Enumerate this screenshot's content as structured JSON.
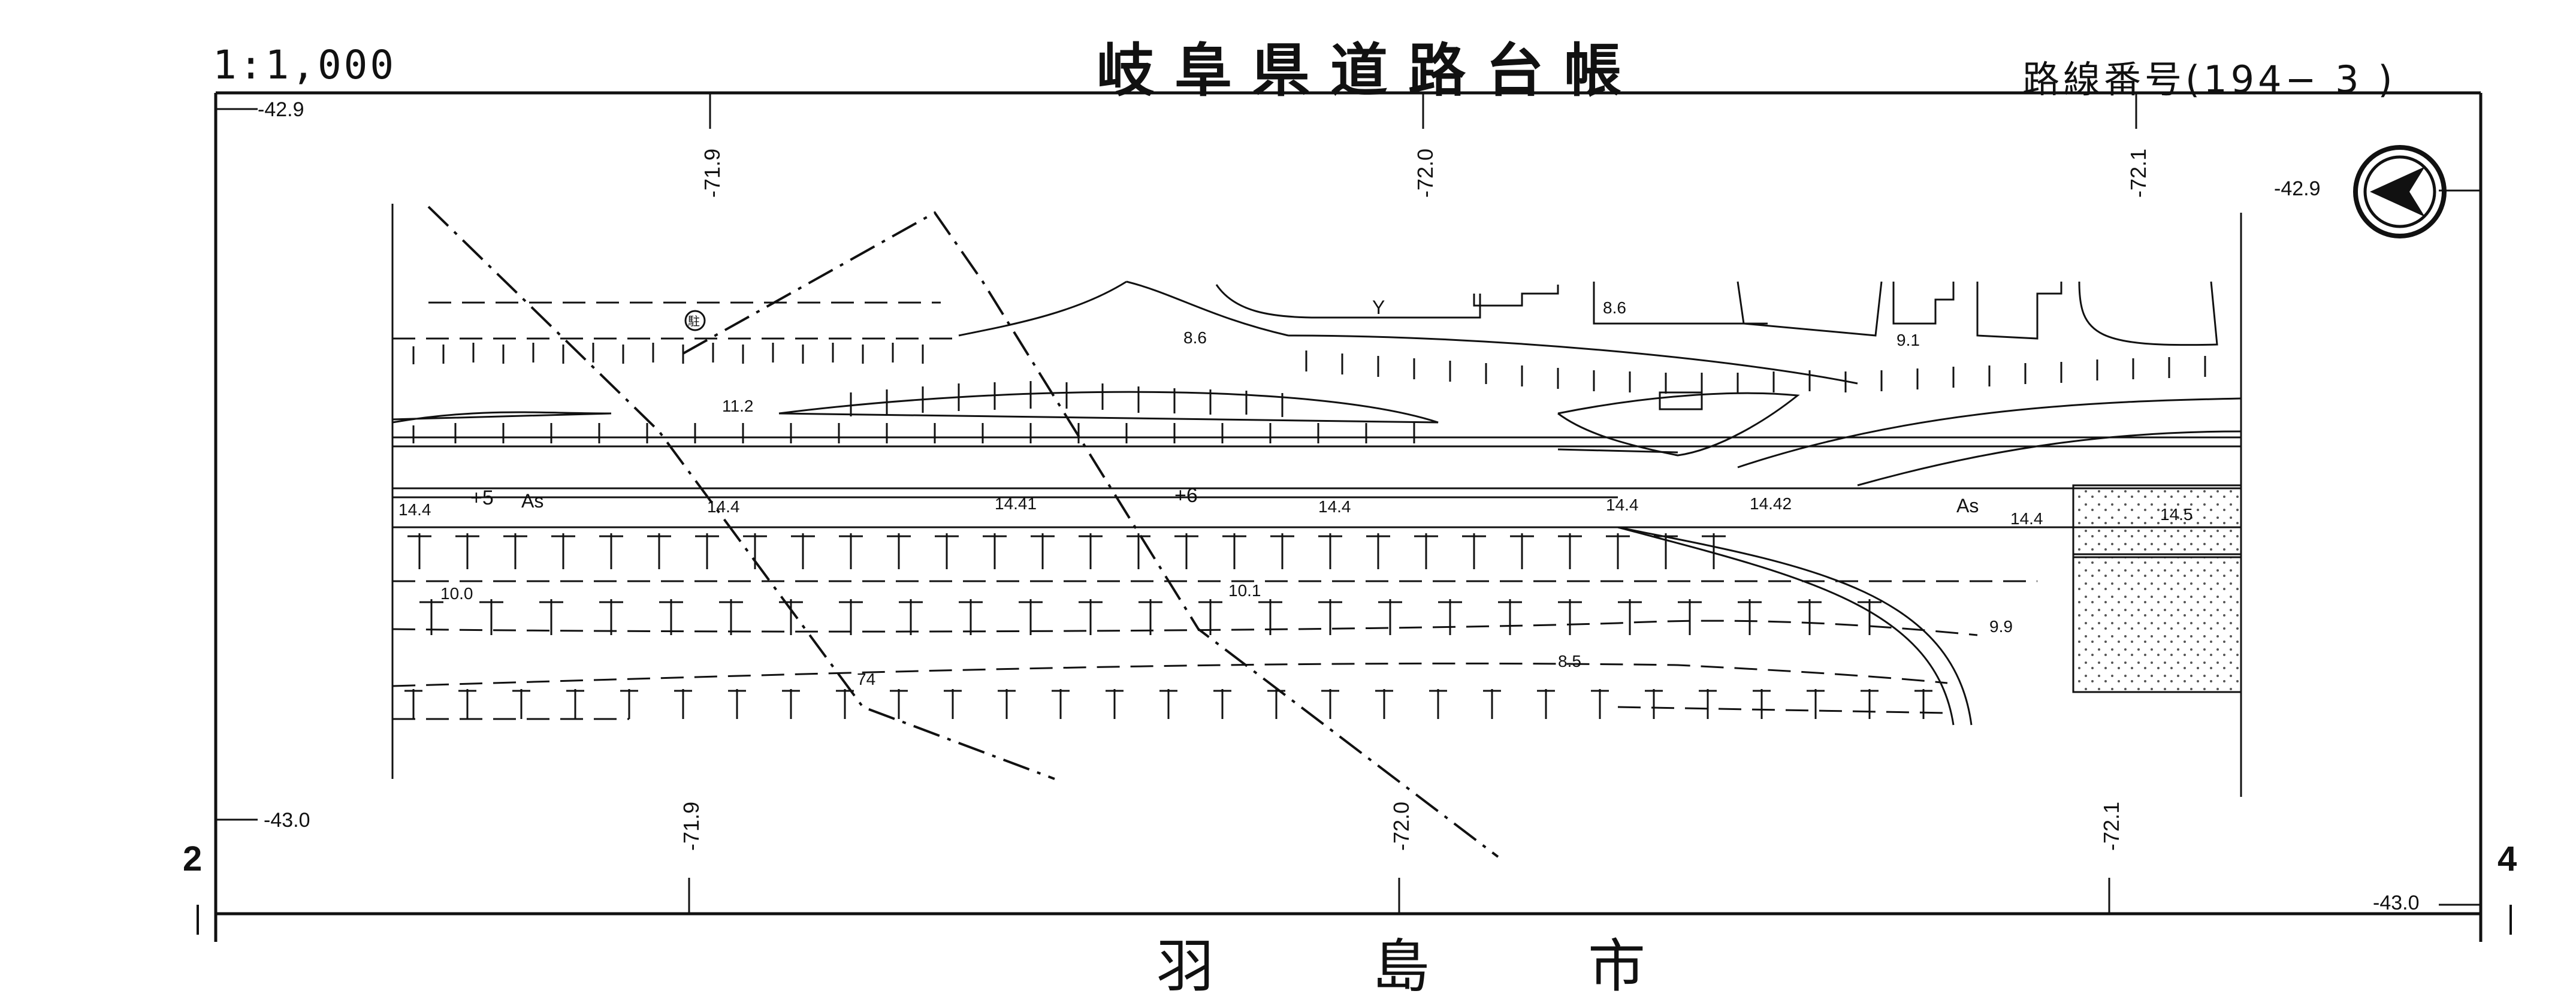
{
  "header": {
    "scale": "1:1,000",
    "title": "岐阜県道路台帳",
    "route_number": "路線番号(194− 3 )"
  },
  "grid_labels": {
    "top_left_y": "-42.9",
    "top_right_y": "-42.9",
    "bottom_left_y": "-43.0",
    "bottom_right_y": "-43.0",
    "x_labels": [
      "-71.9",
      "-72.0",
      "-72.1"
    ]
  },
  "sheet_marks": {
    "left_prev": "2",
    "right_next": "4"
  },
  "elevations": {
    "e86a": "8.6",
    "e86b": "8.6",
    "e91": "9.1",
    "e112": "11.2",
    "e144a": "14.4",
    "e144b": "14.4",
    "e1441": "14.41",
    "e144c": "14.4",
    "e144d": "14.4",
    "e1442": "14.42",
    "e144e": "14.4",
    "e145": "14.5",
    "e100": "10.0",
    "e101": "10.1",
    "e99": "9.9",
    "e85": "8.5",
    "e74": "74"
  },
  "road_labels": {
    "sta5": "+5",
    "sta6": "+6",
    "surface_left": "As",
    "surface_right": "As"
  },
  "map_symbols": {
    "y_mark": "Y",
    "station_symbol": "駐"
  },
  "footer": {
    "town_chars": [
      "羽",
      "島",
      "市"
    ]
  },
  "colors": {
    "ink": "#111111",
    "paper": "#ffffff",
    "stipple": "#555555"
  },
  "icons": {
    "compass": "north-arrow-compass-icon"
  }
}
